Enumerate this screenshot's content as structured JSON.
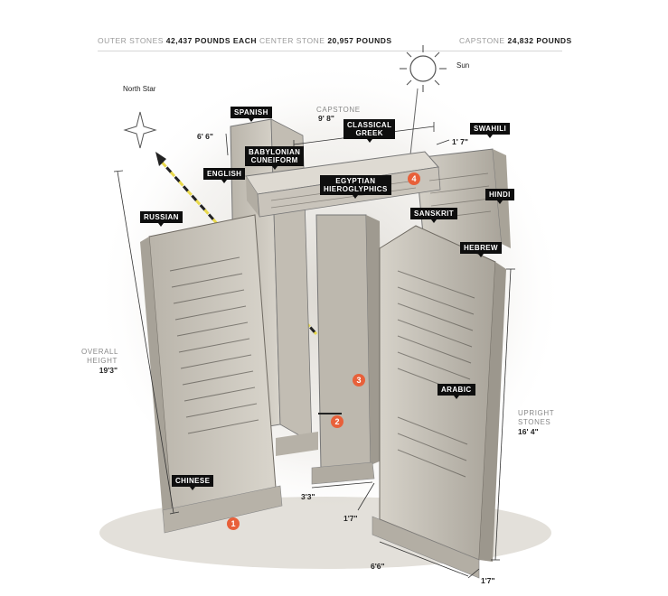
{
  "stats": {
    "outer": {
      "label": "OUTER STONES",
      "value": "42,437 POUNDS EACH"
    },
    "center": {
      "label": "CENTER STONE",
      "value": "20,957 POUNDS"
    },
    "capstone": {
      "label": "CAPSTONE",
      "value": "24,832 POUNDS"
    }
  },
  "sky": {
    "north_star": "North Star",
    "sun": "Sun"
  },
  "languages": {
    "spanish": "SPANISH",
    "babylonian": "BABYLONIAN\nCUNEIFORM",
    "english": "ENGLISH",
    "classical_greek": "CLASSICAL\nGREEK",
    "swahili": "SWAHILI",
    "egyptian": "EGYPTIAN\nHIEROGLYPHICS",
    "hindi": "HINDI",
    "russian": "RUSSIAN",
    "sanskrit": "SANSKRIT",
    "hebrew": "HEBREW",
    "arabic": "ARABIC",
    "chinese": "CHINESE"
  },
  "dimensions": {
    "capstone_label": "CAPSTONE",
    "capstone_length": "9' 8\"",
    "capstone_height": "6' 6\"",
    "capstone_depth": "1' 7\"",
    "overall_label": "OVERALL\nHEIGHT",
    "overall_value": "19'3\"",
    "upright_label": "UPRIGHT\nSTONES",
    "upright_value": "16' 4\"",
    "center_width": "3'3\"",
    "center_depth": "1'7\"",
    "outer_width": "6'6\"",
    "outer_depth": "1'7\""
  },
  "markers": [
    "1",
    "2",
    "3",
    "4"
  ],
  "colors": {
    "marker": "#e8603a",
    "label_bg": "#0e0e0e",
    "stone": "#cfcbc2",
    "slot_line": "#e8d84a"
  }
}
